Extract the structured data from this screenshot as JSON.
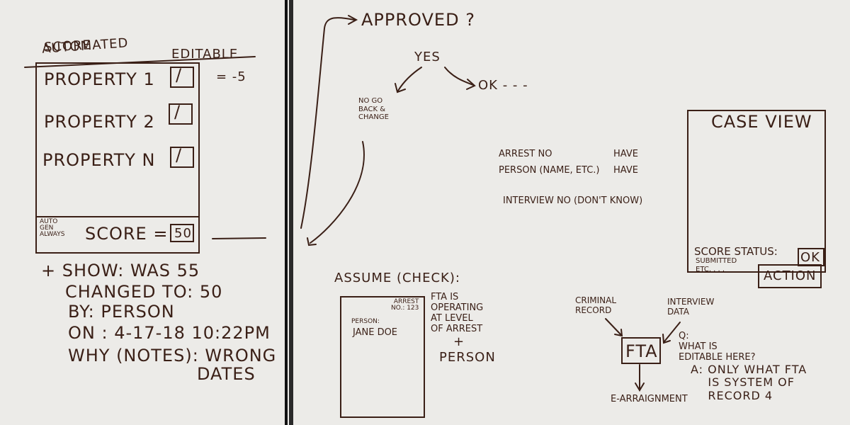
{
  "left_panel": {
    "header_line1": "AUTOMATED",
    "header_line2": "SCORE",
    "editable_label": "EDITABLE",
    "minus_note": "= -5",
    "properties": [
      {
        "label": "PROPERTY 1",
        "mark": "/"
      },
      {
        "label": "PROPERTY 2",
        "mark": "/"
      },
      {
        "label": "PROPERTY N",
        "mark": "/"
      }
    ],
    "auto_gen": "AUTO\nGEN\nALWAYS",
    "score_label": "SCORE =",
    "score_value": "50",
    "history": [
      "+ SHOW: WAS 55",
      "CHANGED TO: 50",
      "BY: PERSON",
      "ON : 4-17-18 10:22PM",
      "WHY (NOTES): WRONG"
    ],
    "history_tail": "DATES"
  },
  "flow": {
    "approved": "APPROVED ?",
    "yes": "YES",
    "ok": "OK - - -",
    "no_go": "NO GO\nBACK &\nCHANGE"
  },
  "info": {
    "arrest_no": "ARREST NO",
    "arrest_have": "HAVE",
    "person": "PERSON (NAME, ETC.)",
    "person_have": "HAVE",
    "interview": "INTERVIEW NO (DON'T KNOW)"
  },
  "case_view": {
    "title": "CASE VIEW",
    "score_status": "SCORE STATUS:",
    "status_value": "OK",
    "submitted": "SUBMITTED\nETC. . . .",
    "action": "ACTION"
  },
  "assume": {
    "title": "ASSUME (CHECK):",
    "arrest_no": "ARREST\nNO.: 123",
    "person_label": "PERSON:",
    "person_value": "JANE DOE",
    "fta_note": "FTA IS\nOPERATING\nAT LEVEL\nOF ARREST",
    "plus": "+",
    "person_word": "PERSON"
  },
  "fta_diagram": {
    "criminal_record": "CRIMINAL\nRECORD",
    "interview_data": "INTERVIEW\nDATA",
    "fta": "FTA",
    "e_arraignment": "E-ARRAIGNMENT",
    "question": "Q:\nWHAT IS\nEDITABLE HERE?",
    "answer": "A: ONLY WHAT FTA\n    IS SYSTEM OF\n    RECORD 4"
  }
}
